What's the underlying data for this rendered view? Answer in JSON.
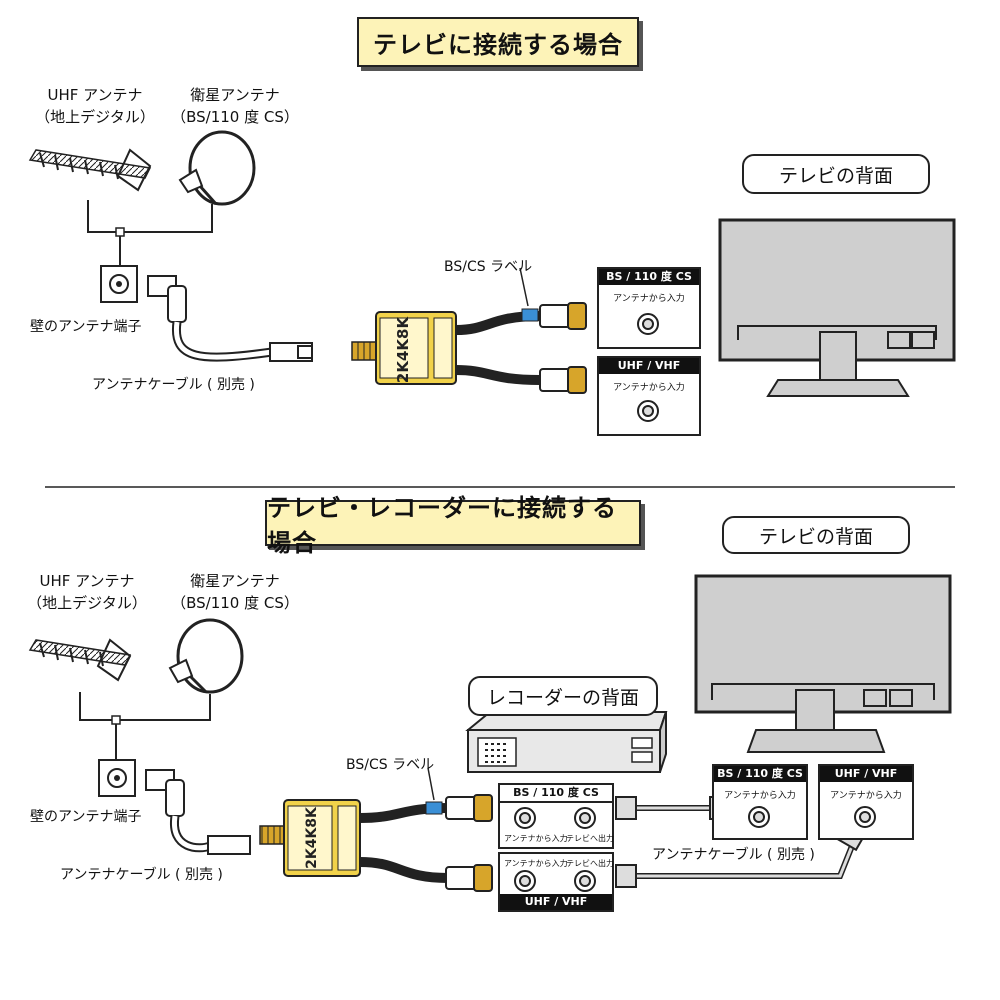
{
  "section1": {
    "title": "テレビに接続する場合",
    "uhf_antenna": [
      "UHF アンテナ",
      "（地上デジタル）"
    ],
    "sat_antenna": [
      "衛星アンテナ",
      "（BS/110 度 CS）"
    ],
    "wall_terminal": "壁のアンテナ端子",
    "cable": "アンテナケーブル ( 別売 )",
    "bs_label": "BS/CS ラベル",
    "tv_back": "テレビの背面",
    "panel_bs": {
      "head": "BS / 110 度 CS",
      "sub": "アンテナから入力"
    },
    "panel_uhf": {
      "head": "UHF / VHF",
      "sub": "アンテナから入力"
    }
  },
  "section2": {
    "title": "テレビ・レコーダーに接続する場合",
    "uhf_antenna": [
      "UHF アンテナ",
      "（地上デジタル）"
    ],
    "sat_antenna": [
      "衛星アンテナ",
      "（BS/110 度 CS）"
    ],
    "wall_terminal": "壁のアンテナ端子",
    "cable": "アンテナケーブル ( 別売 )",
    "cable2": "アンテナケーブル ( 別売 )",
    "bs_label": "BS/CS ラベル",
    "tv_back": "テレビの背面",
    "recorder_back": "レコーダーの背面",
    "rec_bs": {
      "head": "BS / 110 度 CS",
      "in": "アンテナから入力",
      "out": "テレビへ出力"
    },
    "rec_uhf": {
      "foot": "UHF / VHF",
      "in": "アンテナから入力",
      "out": "テレビへ出力"
    },
    "tv_bs": {
      "head": "BS / 110 度 CS",
      "sub": "アンテナから入力"
    },
    "tv_uhf": {
      "head": "UHF / VHF",
      "sub": "アンテナから入力"
    }
  },
  "colors": {
    "title_bg": "#fdf3b8",
    "splitter": "#f1d24a",
    "connector": "#d7a52a",
    "screen": "#cfcfcf",
    "bs_tag": "#3a8fd6"
  }
}
